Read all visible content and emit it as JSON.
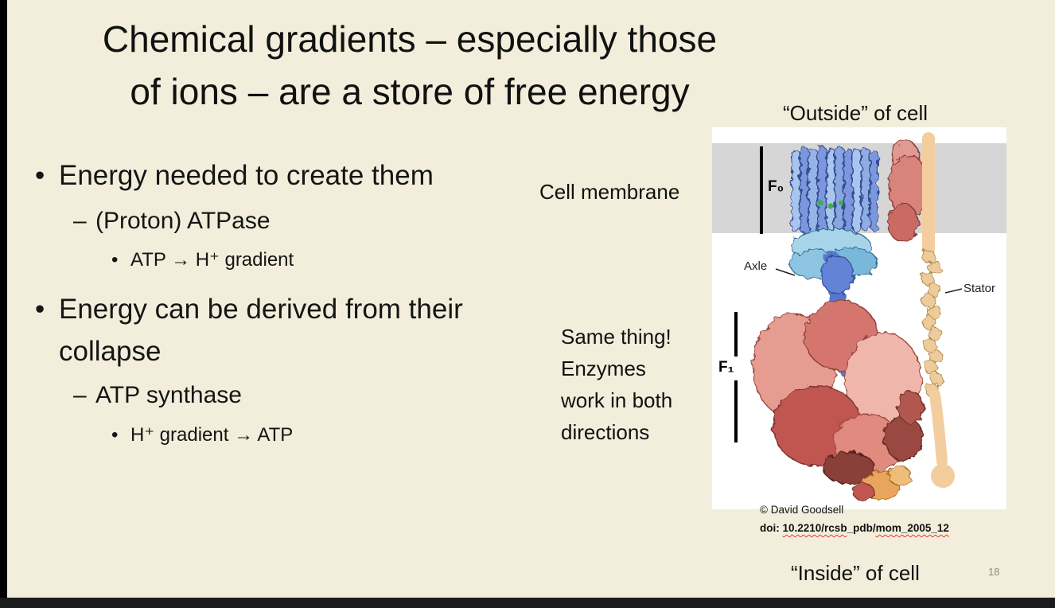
{
  "slide": {
    "title": {
      "line1": "Chemical gradients – especially those",
      "line2": "of ions – are a store of free energy"
    },
    "bullets": {
      "markers": {
        "dot": "•",
        "dash": "–"
      },
      "items": [
        {
          "text": "Energy needed to create them"
        },
        {
          "text": "(Proton) ATPase"
        },
        {
          "text": "ATP → H⁺ gradient"
        },
        {
          "text": "Energy can be derived from their collapse"
        },
        {
          "text": "ATP synthase"
        },
        {
          "text": "H⁺ gradient → ATP"
        }
      ]
    },
    "figure": {
      "outside_label": "“Outside” of cell",
      "inside_label": "“Inside” of cell",
      "cell_membrane_label": "Cell membrane",
      "note": "Same thing!\nEnzymes\nwork in both\ndirections",
      "f0_label": "F₀",
      "f1_label": "F₁",
      "axle_label": "Axle",
      "stator_label": "Stator",
      "credit": "© David Goodsell",
      "doi_prefix": "doi: ",
      "doi_part1": "10.2210/rcsb",
      "doi_part2": "_pdb/",
      "doi_part3": "mom_2005_12"
    },
    "page_number": "18",
    "colors": {
      "background": "#f2eedb",
      "text": "#151515",
      "membrane_gray": "#d6d6d6",
      "squiggle_red": "#e03c31",
      "page_number_gray": "#8a8a8a"
    }
  }
}
